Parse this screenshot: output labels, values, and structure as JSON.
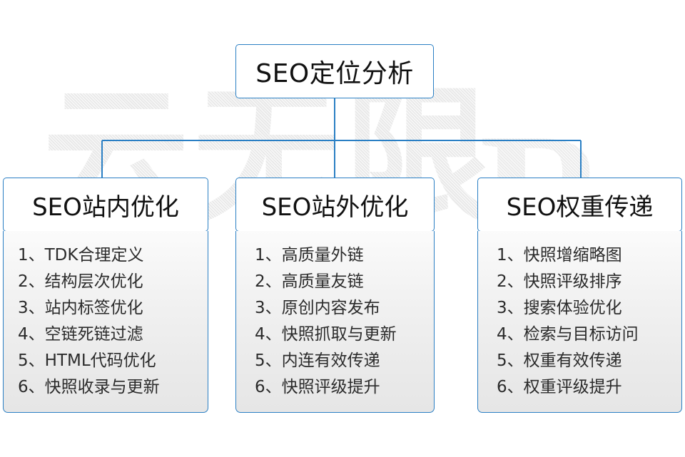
{
  "diagram": {
    "title": "SEO定位分析",
    "accent_color": "#2a7fc4",
    "text_color": "#111111",
    "body_text_color": "#2b2b2b",
    "background_color": "#ffffff",
    "panel_gradient_top": "#fbfbfb",
    "panel_gradient_bottom": "#e6e6e6",
    "watermark": {
      "text": "云无限",
      "mark": "R",
      "color": "#e9e9e9"
    },
    "root": {
      "label": "SEO定位分析"
    },
    "columns": [
      {
        "header": "SEO站内优化",
        "items": [
          "1、TDK合理定义",
          "2、结构层次优化",
          "3、站内标签优化",
          "4、空链死链过滤",
          "5、HTML代码优化",
          "6、快照收录与更新"
        ]
      },
      {
        "header": "SEO站外优化",
        "items": [
          "1、高质量外链",
          "2、高质量友链",
          "3、原创内容发布",
          "4、快照抓取与更新",
          "5、内连有效传递",
          "6、快照评级提升"
        ]
      },
      {
        "header": "SEO权重传递",
        "items": [
          "1、快照增缩略图",
          "2、快照评级排序",
          "3、搜索体验优化",
          "4、检索与目标访问",
          "5、权重有效传递",
          "6、权重评级提升"
        ]
      }
    ]
  }
}
